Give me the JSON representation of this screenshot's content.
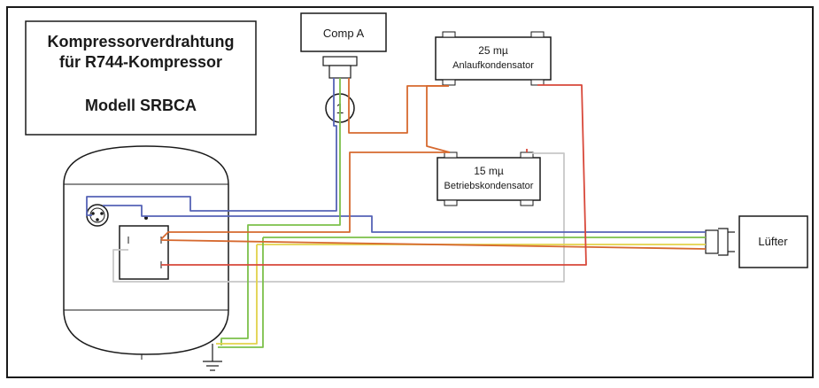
{
  "title": {
    "line1": "Kompressorverdrahtung",
    "line2": "für R744-Kompressor",
    "line3": "Modell SRBCA"
  },
  "components": {
    "comp_a": "Comp A",
    "plug_number": "1",
    "start_capacitor": {
      "value": "25 mµ",
      "name": "Anlaufkondensator"
    },
    "run_capacitor": {
      "value": "15 mµ",
      "name": "Betriebskondensator"
    },
    "fan": "Lüfter"
  },
  "wire_colors": {
    "blue": "#5563b6",
    "orange": "#d6692f",
    "red": "#d8483a",
    "green": "#7cc04a",
    "yellow": "#e2d24a",
    "gray": "#c8c8c8",
    "black": "#1a1a1a"
  }
}
